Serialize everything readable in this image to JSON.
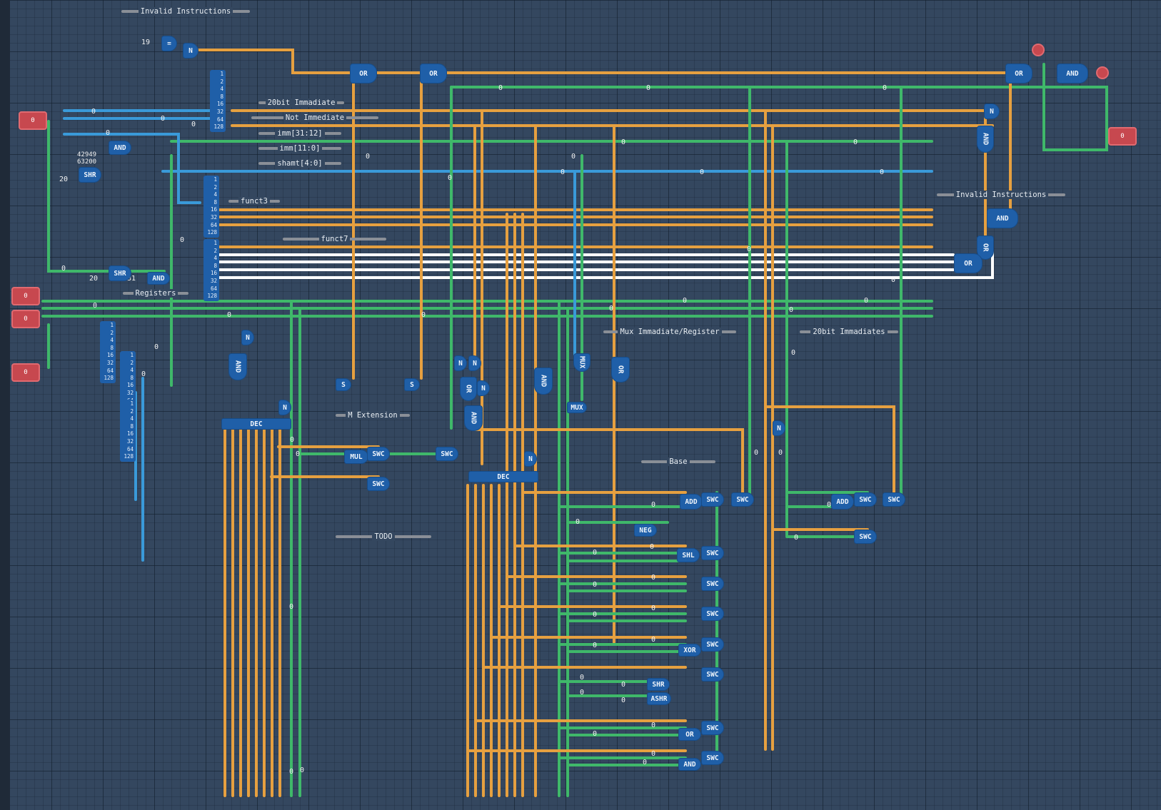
{
  "labels": {
    "invalid_instructions_top": "Invalid Instructions",
    "immediate_20bit": "20bit Immadiate",
    "not_immediate": "Not Immediate",
    "imm_31_12": "imm[31:12]",
    "imm_11_0": "imm[11:0]",
    "shamt": "shamt[4:0]",
    "funct3": "funct3",
    "funct7": "funct7",
    "registers": "Registers",
    "invalid_instructions_right": "Invalid Instructions",
    "mux_imm_reg": "Mux Immadiate/Register",
    "immediates_20bit": "20bit Immadiates",
    "m_extension": "M Extension",
    "base": "Base",
    "todo": "TODO"
  },
  "inputs": [
    {
      "value": "0"
    },
    {
      "value": "0"
    },
    {
      "value": "0"
    },
    {
      "value": "0"
    }
  ],
  "outputs": [
    {
      "value": "0"
    }
  ],
  "constants": {
    "c19": "19",
    "c20a": "20",
    "c20b": "20",
    "c31": "31",
    "big_const_1": "42949",
    "big_const_2": "63200"
  },
  "gates": {
    "or": "OR",
    "and": "AND",
    "not": "N",
    "shr": "SHR",
    "shl": "SHL",
    "ashr": "ASHR",
    "add": "ADD",
    "neg": "NEG",
    "mul": "MUL",
    "swc": "SWC",
    "xor": "XOR",
    "dec": "DEC",
    "mux": "MUX",
    "eq": "=",
    "s": "S"
  },
  "bit_labels": [
    "1",
    "2",
    "4",
    "8",
    "16",
    "32",
    "64",
    "128"
  ],
  "wire_value": "0",
  "colors": {
    "orange": "#e6a040",
    "green": "#3fb86a",
    "blue": "#3a9ad9",
    "white": "#ffffff",
    "gate": "#1f5fa8",
    "io_red": "#c7484f"
  }
}
